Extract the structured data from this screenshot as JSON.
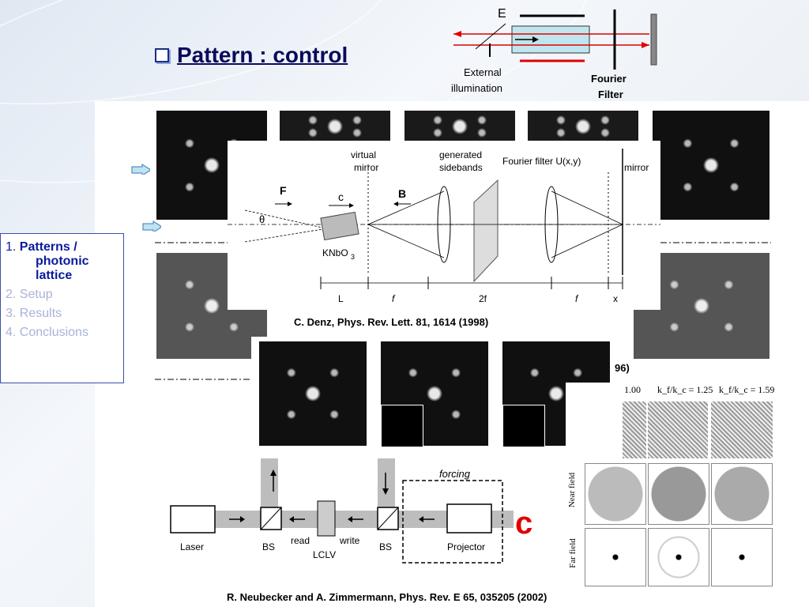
{
  "title": {
    "text": "Pattern : control"
  },
  "top_diagram": {
    "e_label": "E",
    "external_illumination": [
      "External",
      "illumination"
    ],
    "fourier_filter": [
      "Fourier",
      "Filter"
    ]
  },
  "sidebar": {
    "items": [
      {
        "number": "1.",
        "label": "Patterns /",
        "label_lines": [
          "photonic",
          "lattice"
        ],
        "active": true
      },
      {
        "number": "2.",
        "label": "Setup",
        "active": false
      },
      {
        "number": "3.",
        "label": "Results",
        "active": false
      },
      {
        "number": "4.",
        "label": "Conclusions",
        "active": false
      }
    ]
  },
  "kno3_diagram": {
    "virtual_mirror": [
      "virtual",
      "mirror"
    ],
    "generated_sidebands": [
      "generated",
      "sidebands"
    ],
    "fourier_filter": "Fourier filter U(x,y)",
    "mirror": "mirror",
    "F": "F",
    "B": "B",
    "c": "c",
    "theta": "θ",
    "crystal": "KNbO",
    "crystal_sub": "3",
    "dims": [
      "L",
      "f",
      "2f",
      "f",
      "x"
    ]
  },
  "captions": {
    "denz": "C. Denz, Phys. Rev. Lett. 81, 1614   (1998)",
    "partial_year": "96)",
    "neubecker": "R. Neubecker and A. Zimmermann, Phys. Rev. E  65, 035205 (2002)"
  },
  "setup_diagram": {
    "forcing": "forcing",
    "laser": "Laser",
    "bs1": "BS",
    "read": "read",
    "write": "write",
    "bs2": "BS",
    "lclv": "LCLV",
    "projector": "Projector"
  },
  "grid_panel": {
    "headers": [
      "1.00",
      "k_f/k_c =  1.25",
      "k_f/k_c =  1.59"
    ],
    "row_labels": [
      "Near field",
      "Far field"
    ]
  },
  "colors": {
    "title": "#0a0a5a",
    "nav_active": "#0a1a9c",
    "nav_inactive": "#a9b3d6",
    "red_beam": "#e00000"
  }
}
